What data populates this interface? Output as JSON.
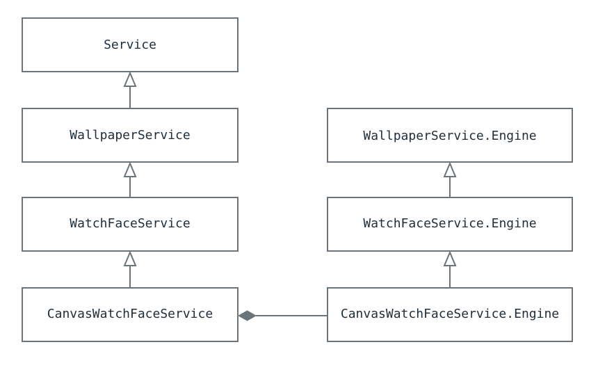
{
  "diagram": {
    "style": {
      "line_color": "#6b737b",
      "text_color": "#1f2d3a",
      "box_fill": "#ffffff"
    },
    "nodes": [
      {
        "id": "service",
        "label": "Service"
      },
      {
        "id": "wallpaper-service",
        "label": "WallpaperService"
      },
      {
        "id": "watch-face-service",
        "label": "WatchFaceService"
      },
      {
        "id": "canvas-watch-face-service",
        "label": "CanvasWatchFaceService"
      },
      {
        "id": "wallpaper-service-engine",
        "label": "WallpaperService.Engine"
      },
      {
        "id": "watch-face-service-engine",
        "label": "WatchFaceService.Engine"
      },
      {
        "id": "canvas-watch-face-service-engine",
        "label": "CanvasWatchFaceService.Engine"
      }
    ],
    "edges": [
      {
        "from": "wallpaper-service",
        "to": "service",
        "relation": "inheritance"
      },
      {
        "from": "watch-face-service",
        "to": "wallpaper-service",
        "relation": "inheritance"
      },
      {
        "from": "canvas-watch-face-service",
        "to": "watch-face-service",
        "relation": "inheritance"
      },
      {
        "from": "watch-face-service-engine",
        "to": "wallpaper-service-engine",
        "relation": "inheritance"
      },
      {
        "from": "canvas-watch-face-service-engine",
        "to": "watch-face-service-engine",
        "relation": "inheritance"
      },
      {
        "from": "canvas-watch-face-service-engine",
        "to": "canvas-watch-face-service",
        "relation": "composition"
      }
    ]
  }
}
